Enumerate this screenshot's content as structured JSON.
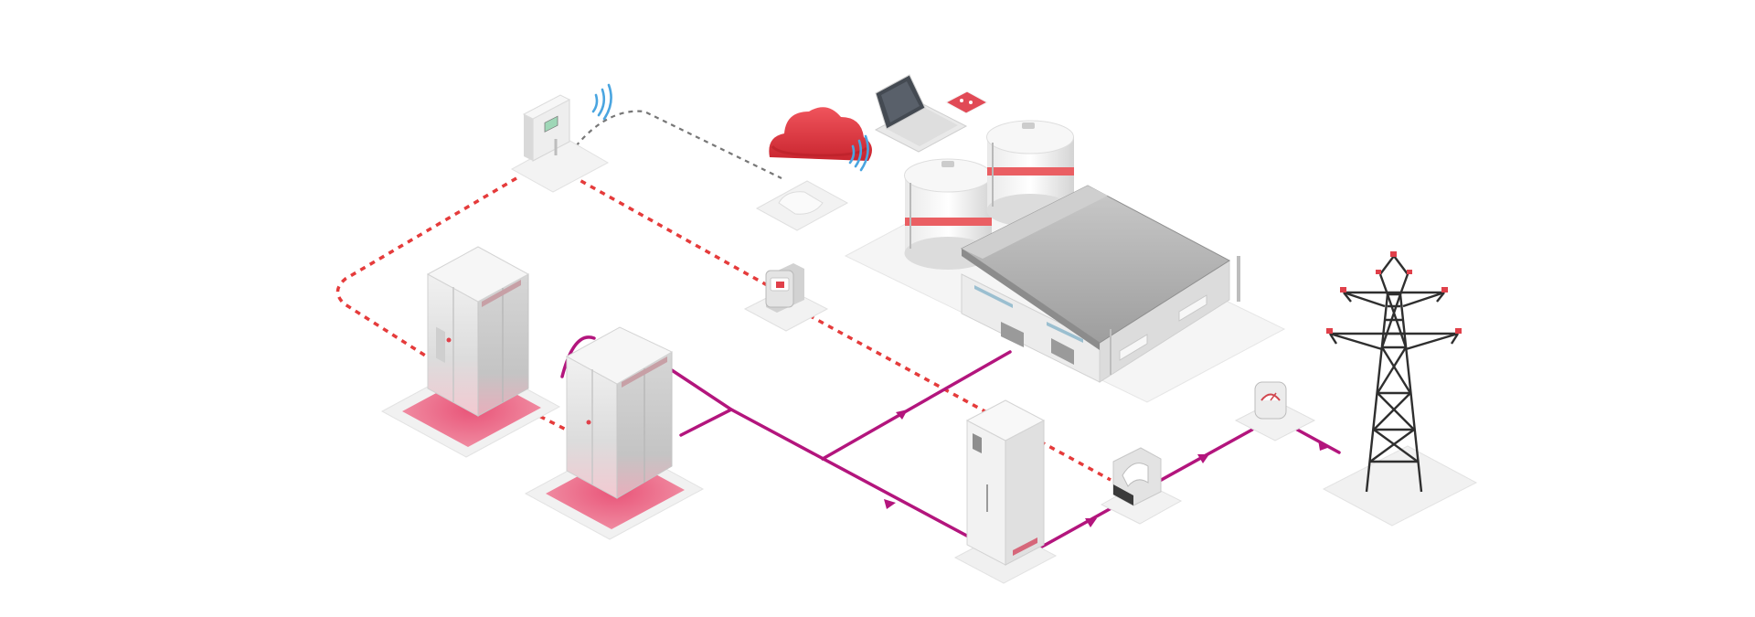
{
  "diagram": {
    "nodes": [
      {
        "id": "ems-router",
        "kind": "router"
      },
      {
        "id": "cloud",
        "kind": "cloud"
      },
      {
        "id": "cloud-gateway",
        "kind": "gateway"
      },
      {
        "id": "laptop",
        "kind": "laptop"
      },
      {
        "id": "mobile-device",
        "kind": "tablet"
      },
      {
        "id": "meter-comm",
        "kind": "meter"
      },
      {
        "id": "storage-cabinet-1",
        "kind": "storage-cabinet"
      },
      {
        "id": "storage-cabinet-2",
        "kind": "storage-cabinet"
      },
      {
        "id": "factory",
        "kind": "factory"
      },
      {
        "id": "grid-cabinet",
        "kind": "switch-cabinet"
      },
      {
        "id": "transformer-meter",
        "kind": "meter"
      },
      {
        "id": "grid-meter",
        "kind": "meter"
      },
      {
        "id": "transmission-tower",
        "kind": "tower"
      }
    ],
    "links": {
      "communication": {
        "style": "dashed",
        "color": "#e53b3b"
      },
      "network": {
        "style": "dashed",
        "color": "#777777"
      },
      "power": {
        "style": "solid",
        "color": "#b3157d"
      }
    },
    "colors": {
      "accent_red": "#e0404a",
      "power_line": "#b3157d",
      "pad_glow": "#e8436b",
      "wifi": "#4aa5e0",
      "cabinet_body": "#e6e6e6",
      "roof": "#a9a9a9"
    },
    "icons": [
      "wifi-icon",
      "cloud-icon",
      "laptop-icon",
      "tablet-icon",
      "meter-icon",
      "tower-icon"
    ]
  }
}
